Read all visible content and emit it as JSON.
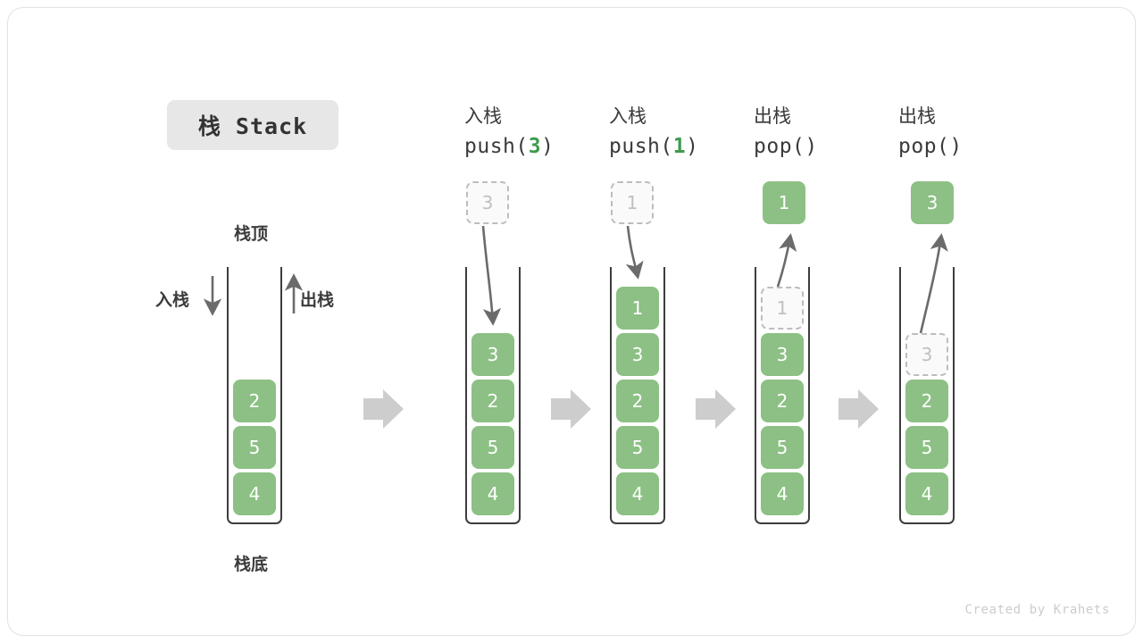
{
  "figure": {
    "title": "栈 Stack",
    "credit": "Created by Krahets",
    "accent_green": "#8cc084",
    "ghost_gray": "#c0c0c0",
    "outline_dark": "#3d3d3d",
    "arrow_gray": "#c9c9c9",
    "curve_gray": "#6b6b6b"
  },
  "legend": {
    "top_label": "栈顶",
    "bottom_label": "栈底",
    "push_label": "入栈",
    "pop_label": "出栈",
    "push_arrow_icon": "arrow-down-icon",
    "pop_arrow_icon": "arrow-up-icon"
  },
  "step_arrow_icon": "arrow-right-block-icon",
  "columns": [
    {
      "id": "initial",
      "caption_cn": "",
      "caption_code_prefix": "",
      "caption_code_arg": "",
      "caption_code_suffix": "",
      "stack": [
        "2",
        "5",
        "4"
      ],
      "floating": null,
      "ghost_in_stack": null
    },
    {
      "id": "push-3",
      "caption_cn": "入栈",
      "caption_code_prefix": "push(",
      "caption_code_arg": "3",
      "caption_code_suffix": ")",
      "stack": [
        "3",
        "2",
        "5",
        "4"
      ],
      "floating": {
        "value": "3",
        "style": "ghost"
      },
      "ghost_in_stack": null
    },
    {
      "id": "push-1",
      "caption_cn": "入栈",
      "caption_code_prefix": "push(",
      "caption_code_arg": "1",
      "caption_code_suffix": ")",
      "stack": [
        "1",
        "3",
        "2",
        "5",
        "4"
      ],
      "floating": {
        "value": "1",
        "style": "ghost"
      },
      "ghost_in_stack": null
    },
    {
      "id": "pop-1",
      "caption_cn": "出栈",
      "caption_code_prefix": "pop(",
      "caption_code_arg": "",
      "caption_code_suffix": ")",
      "stack": [
        "3",
        "2",
        "5",
        "4"
      ],
      "floating": {
        "value": "1",
        "style": "solid"
      },
      "ghost_in_stack": {
        "value": "1",
        "slot": 0
      }
    },
    {
      "id": "pop-3",
      "caption_cn": "出栈",
      "caption_code_prefix": "pop(",
      "caption_code_arg": "",
      "caption_code_suffix": ")",
      "stack": [
        "2",
        "5",
        "4"
      ],
      "floating": {
        "value": "3",
        "style": "solid"
      },
      "ghost_in_stack": {
        "value": "3",
        "slot": 1
      }
    }
  ]
}
